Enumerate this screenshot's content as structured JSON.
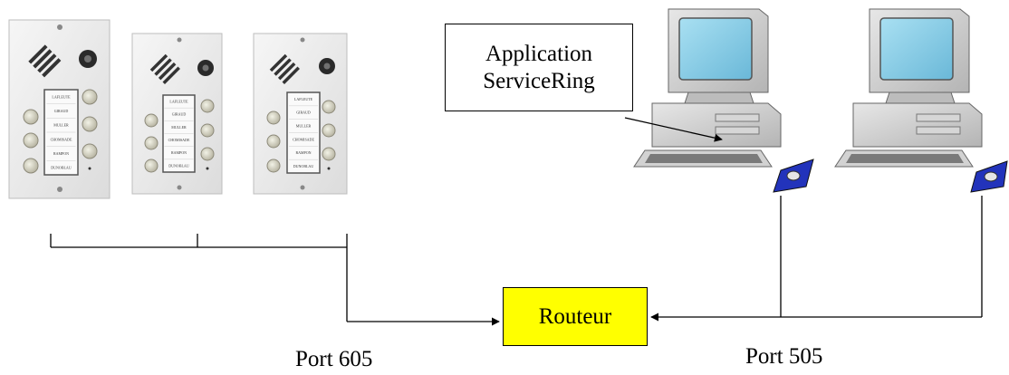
{
  "application_box": {
    "line1": "Application",
    "line2": "ServiceRing"
  },
  "router": {
    "label": "Routeur",
    "fill_color": "#ffff00"
  },
  "ports": {
    "left": "Port 605",
    "right": "Port 505"
  },
  "intercom_panels": {
    "count": 3,
    "name_labels": [
      "LAFLEUTE",
      "GIRAUD",
      "MULLER",
      "CHOMISADE",
      "RAMPON",
      "DUNOBLAU"
    ]
  },
  "computers": {
    "count": 2
  },
  "colors": {
    "panel": "#eeeeee",
    "monitor_screen": "#8ecfe8",
    "mousepad": "#2233bb",
    "line": "#000000"
  }
}
